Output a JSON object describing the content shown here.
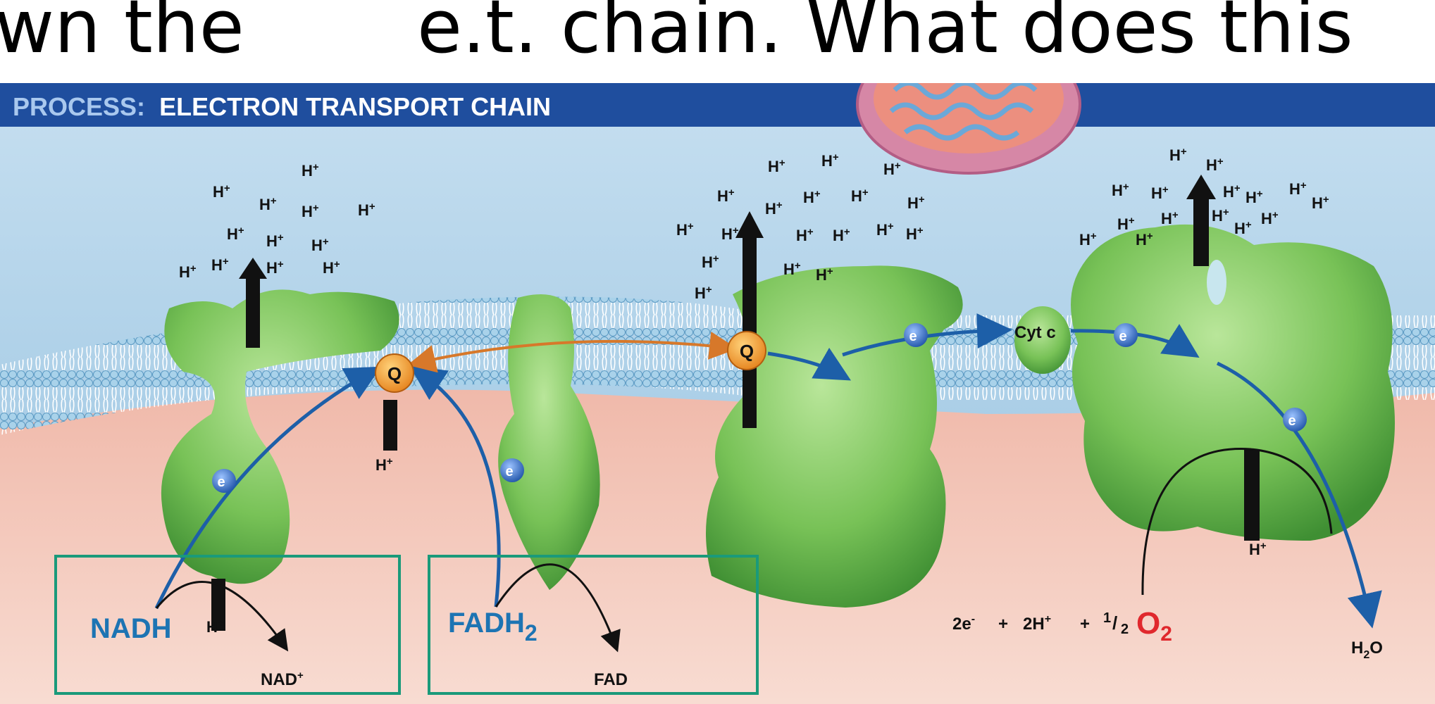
{
  "caption": {
    "part1": "wn the",
    "part2": "e.t. chain. What does this"
  },
  "diagram": {
    "title_process": "PROCESS:",
    "title_main": "ELECTRON TRANSPORT CHAIN",
    "hplus": "H",
    "hplus_sup": "+",
    "q_label": "Q",
    "e_label": "e",
    "e_sup": "-",
    "cytc": "Cyt c",
    "nadh": "NADH",
    "nad_plus": "NAD",
    "fadh2_main": "FADH",
    "fadh2_sub": "2",
    "fad": "FAD",
    "equation": {
      "e": "2e",
      "plus1": "+",
      "h": "2H",
      "plus2": "+",
      "frac_num": "1",
      "frac_den": "2",
      "o": "O",
      "o_sub": "2"
    },
    "water": "H",
    "water_sub": "2",
    "water_o": "O"
  },
  "colors": {
    "title_bar": "#1f4e9e",
    "title_process": "#a9c8ee",
    "intermembrane": "#a9cde6",
    "matrix": "#f3c6b8",
    "protein": "#7cc25a",
    "q_ball": "#f39a2b",
    "electron": "#2f6fc2",
    "nadh_text": "#1d74b3",
    "oxygen": "#e0282d",
    "box": "#1a9a7a"
  }
}
